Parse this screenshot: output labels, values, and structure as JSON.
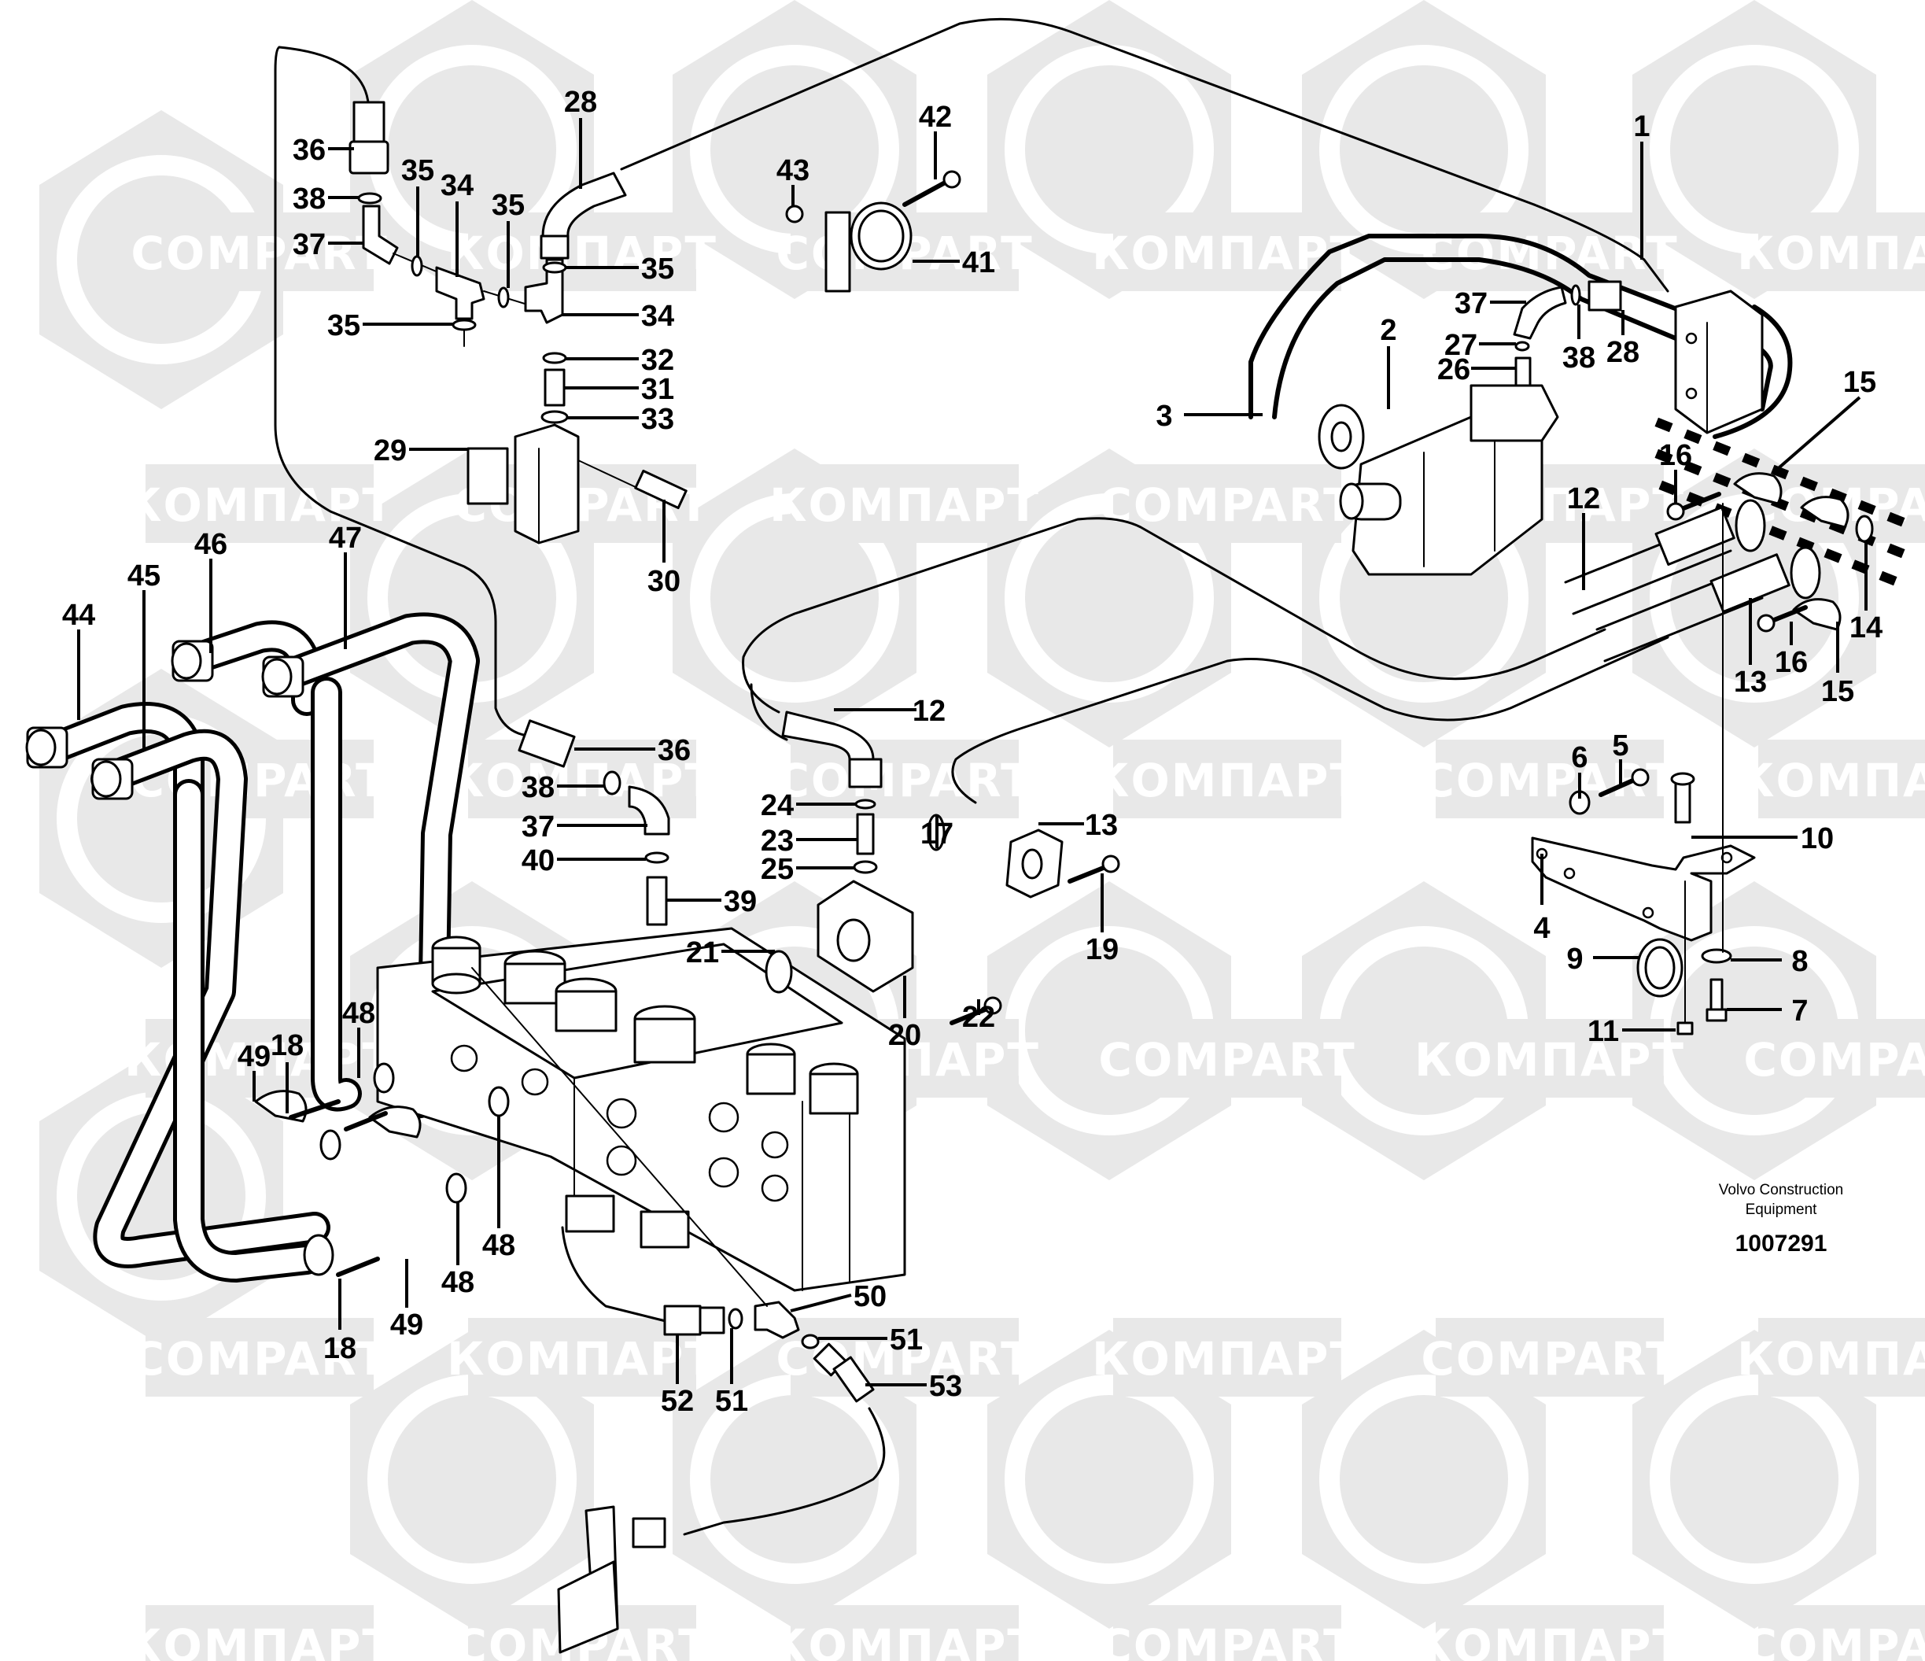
{
  "diagram": {
    "title": "Hydraulic system, servo lines - exploded parts diagram",
    "brand_line1": "Volvo Construction",
    "brand_line2": "Equipment",
    "document_number": "1007291",
    "watermarks": {
      "latin": "COMPART",
      "cyrillic": "КОМПАРТ"
    },
    "callouts": [
      {
        "id": "c1",
        "label": "1"
      },
      {
        "id": "c2",
        "label": "2"
      },
      {
        "id": "c3",
        "label": "3"
      },
      {
        "id": "c4",
        "label": "4"
      },
      {
        "id": "c5",
        "label": "5"
      },
      {
        "id": "c6",
        "label": "6"
      },
      {
        "id": "c7",
        "label": "7"
      },
      {
        "id": "c8",
        "label": "8"
      },
      {
        "id": "c9",
        "label": "9"
      },
      {
        "id": "c10",
        "label": "10"
      },
      {
        "id": "c11",
        "label": "11"
      },
      {
        "id": "c12a",
        "label": "12"
      },
      {
        "id": "c12b",
        "label": "12"
      },
      {
        "id": "c13a",
        "label": "13"
      },
      {
        "id": "c13b",
        "label": "13"
      },
      {
        "id": "c14",
        "label": "14"
      },
      {
        "id": "c15a",
        "label": "15"
      },
      {
        "id": "c15b",
        "label": "15"
      },
      {
        "id": "c16a",
        "label": "16"
      },
      {
        "id": "c16b",
        "label": "16"
      },
      {
        "id": "c17",
        "label": "17"
      },
      {
        "id": "c18a",
        "label": "18"
      },
      {
        "id": "c18b",
        "label": "18"
      },
      {
        "id": "c19",
        "label": "19"
      },
      {
        "id": "c20",
        "label": "20"
      },
      {
        "id": "c21",
        "label": "21"
      },
      {
        "id": "c22",
        "label": "22"
      },
      {
        "id": "c23",
        "label": "23"
      },
      {
        "id": "c24",
        "label": "24"
      },
      {
        "id": "c25",
        "label": "25"
      },
      {
        "id": "c26",
        "label": "26"
      },
      {
        "id": "c27",
        "label": "27"
      },
      {
        "id": "c28a",
        "label": "28"
      },
      {
        "id": "c28b",
        "label": "28"
      },
      {
        "id": "c29",
        "label": "29"
      },
      {
        "id": "c30",
        "label": "30"
      },
      {
        "id": "c31",
        "label": "31"
      },
      {
        "id": "c32",
        "label": "32"
      },
      {
        "id": "c33",
        "label": "33"
      },
      {
        "id": "c34a",
        "label": "34"
      },
      {
        "id": "c34b",
        "label": "34"
      },
      {
        "id": "c35a",
        "label": "35"
      },
      {
        "id": "c35b",
        "label": "35"
      },
      {
        "id": "c35c",
        "label": "35"
      },
      {
        "id": "c35d",
        "label": "35"
      },
      {
        "id": "c36a",
        "label": "36"
      },
      {
        "id": "c36b",
        "label": "36"
      },
      {
        "id": "c37a",
        "label": "37"
      },
      {
        "id": "c37b",
        "label": "37"
      },
      {
        "id": "c37c",
        "label": "37"
      },
      {
        "id": "c38a",
        "label": "38"
      },
      {
        "id": "c38b",
        "label": "38"
      },
      {
        "id": "c38c",
        "label": "38"
      },
      {
        "id": "c39",
        "label": "39"
      },
      {
        "id": "c40",
        "label": "40"
      },
      {
        "id": "c41",
        "label": "41"
      },
      {
        "id": "c42",
        "label": "42"
      },
      {
        "id": "c43",
        "label": "43"
      },
      {
        "id": "c44",
        "label": "44"
      },
      {
        "id": "c45",
        "label": "45"
      },
      {
        "id": "c46",
        "label": "46"
      },
      {
        "id": "c47",
        "label": "47"
      },
      {
        "id": "c48a",
        "label": "48"
      },
      {
        "id": "c48b",
        "label": "48"
      },
      {
        "id": "c48c",
        "label": "48"
      },
      {
        "id": "c49a",
        "label": "49"
      },
      {
        "id": "c49b",
        "label": "49"
      },
      {
        "id": "c50",
        "label": "50"
      },
      {
        "id": "c51a",
        "label": "51"
      },
      {
        "id": "c51b",
        "label": "51"
      },
      {
        "id": "c52",
        "label": "52"
      },
      {
        "id": "c53",
        "label": "53"
      }
    ]
  }
}
